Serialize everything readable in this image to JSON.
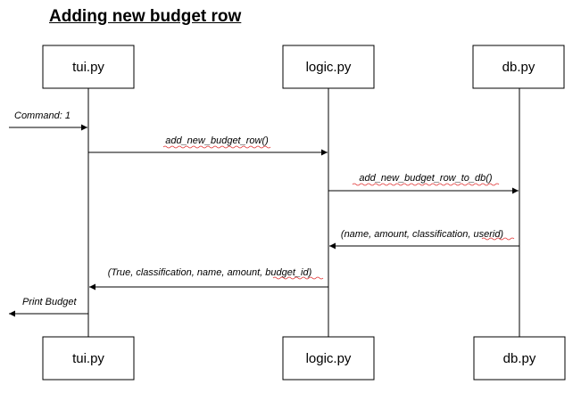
{
  "title": "Adding new budget row",
  "participants": [
    {
      "id": "tui",
      "label": "tui.py"
    },
    {
      "id": "logic",
      "label": "logic.py"
    },
    {
      "id": "db",
      "label": "db.py"
    }
  ],
  "messages": [
    {
      "from": "external-left",
      "to": "tui",
      "label": "Command: 1",
      "underlined": false
    },
    {
      "from": "tui",
      "to": "logic",
      "label": "add_new_budget_row()",
      "underlined": true
    },
    {
      "from": "logic",
      "to": "db",
      "label": "add_new_budget_row_to_db()",
      "underlined": true
    },
    {
      "from": "db",
      "to": "logic",
      "label": "(name, amount, classification, userid)",
      "underlined": false
    },
    {
      "from": "logic",
      "to": "tui",
      "label": "(True, classification, name, amount, budget_id)",
      "underlined": false
    },
    {
      "from": "tui",
      "to": "external-left",
      "label": "Print Budget",
      "underlined": false
    }
  ],
  "colors": {
    "line": "#000000",
    "spellcheck": "#e03030"
  }
}
